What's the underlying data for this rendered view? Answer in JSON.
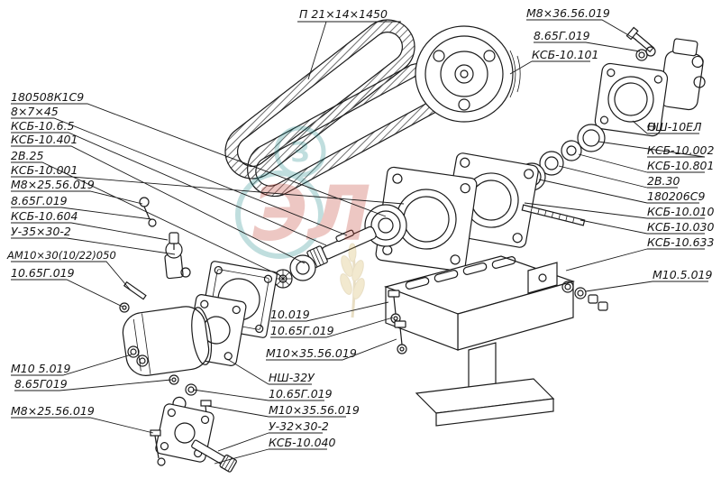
{
  "watermark": {
    "letter": "З",
    "text": "ЭЛ"
  },
  "labels": {
    "belt_spec": "П 21×14×1450",
    "bolt_m8x36": "М8×36.56.019",
    "washer_865_top": "8.65Г.019",
    "pulley": "КСБ-10.101",
    "pump_nsh10": "НШ-10ЕЛ",
    "seal_10002": "КСБ-10.002",
    "ring_10801": "КСБ-10.801",
    "washer_2v30": "2В.30",
    "bearing_180206": "180206С9",
    "housing_10010": "КСБ-10.010",
    "stud_10030": "КСБ-10.030",
    "bracket_10633": "КСБ-10.633",
    "washer_m10_right": "М10.5.019",
    "bearing_180508": "180508К1С9",
    "key_8x7": "8×7×45",
    "shaft_1065": "КСБ-10.6.5",
    "flange_10401": "КСБ-10.401",
    "washer_2v25": "2В.25",
    "housing_10001": "КСБ-10.001",
    "bolt_m8x25_top": "М8×25.56.019",
    "washer_865_left": "8.65Г.019",
    "valve_10604": "КСБ-10.604",
    "coupling_u35": "У-35×30-2",
    "stud_am10": "АМ10×30(10/22)050",
    "washer_1065_left": "10.65Г.019",
    "washer_m10_left": "М10 5.019",
    "washer_865_bl": "8.65Г019",
    "bolt_m8x25_bl": "М8×25.56.019",
    "washer_10019": "10.019",
    "washer_1065_mid": "10.65Г.019",
    "bolt_m10x35_mid": "М10×35.56.019",
    "pump_nsh32": "НШ-32У",
    "washer_1065_bot": "10.65Г.019",
    "bolt_m10x35_bot": "М10×35.56.019",
    "coupling_u32": "У-32×30-2",
    "coupling_10040": "КСБ-10.040"
  }
}
